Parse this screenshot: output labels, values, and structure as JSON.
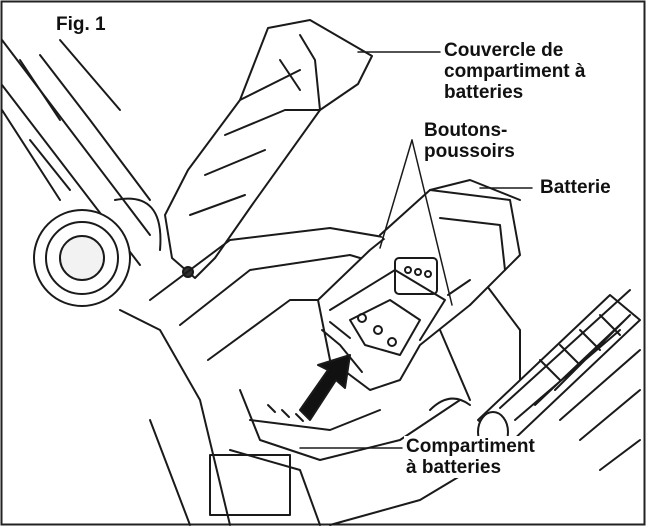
{
  "figure": {
    "fig_label": "Fig. 1",
    "callouts": {
      "cover": [
        "Couvercle de",
        "compartiment à",
        "batteries"
      ],
      "buttons": [
        "Boutons-",
        "poussoirs"
      ],
      "battery": [
        "Batterie"
      ],
      "compartment": [
        "Compartiment",
        "à batteries"
      ]
    }
  }
}
